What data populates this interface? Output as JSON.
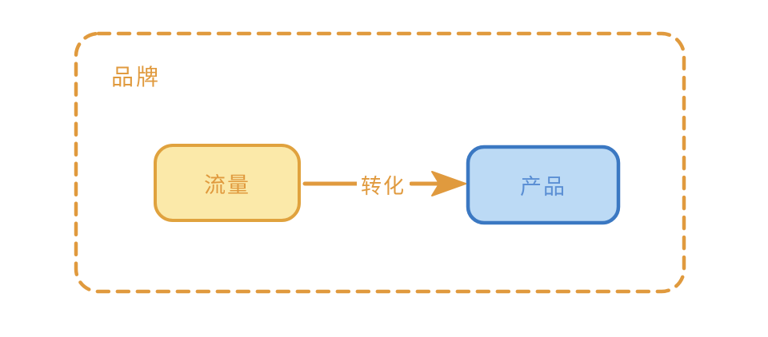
{
  "diagram": {
    "type": "flowchart",
    "group": {
      "label": "品牌",
      "border_style": "dashed",
      "border_color": "#E09A3E"
    },
    "nodes": [
      {
        "id": "traffic",
        "label": "流量",
        "shape": "rounded-rectangle",
        "fill_color": "#FBE9A9",
        "border_color": "#E0A23E",
        "text_color": "#E09A3E"
      },
      {
        "id": "product",
        "label": "产品",
        "shape": "rounded-rectangle",
        "fill_color": "#BCDAF5",
        "border_color": "#3B78C2",
        "text_color": "#5B8FD4"
      }
    ],
    "edges": [
      {
        "from": "traffic",
        "to": "product",
        "label": "转化",
        "color": "#E09A3E",
        "arrowhead": "triangle",
        "direction": "right"
      }
    ]
  }
}
